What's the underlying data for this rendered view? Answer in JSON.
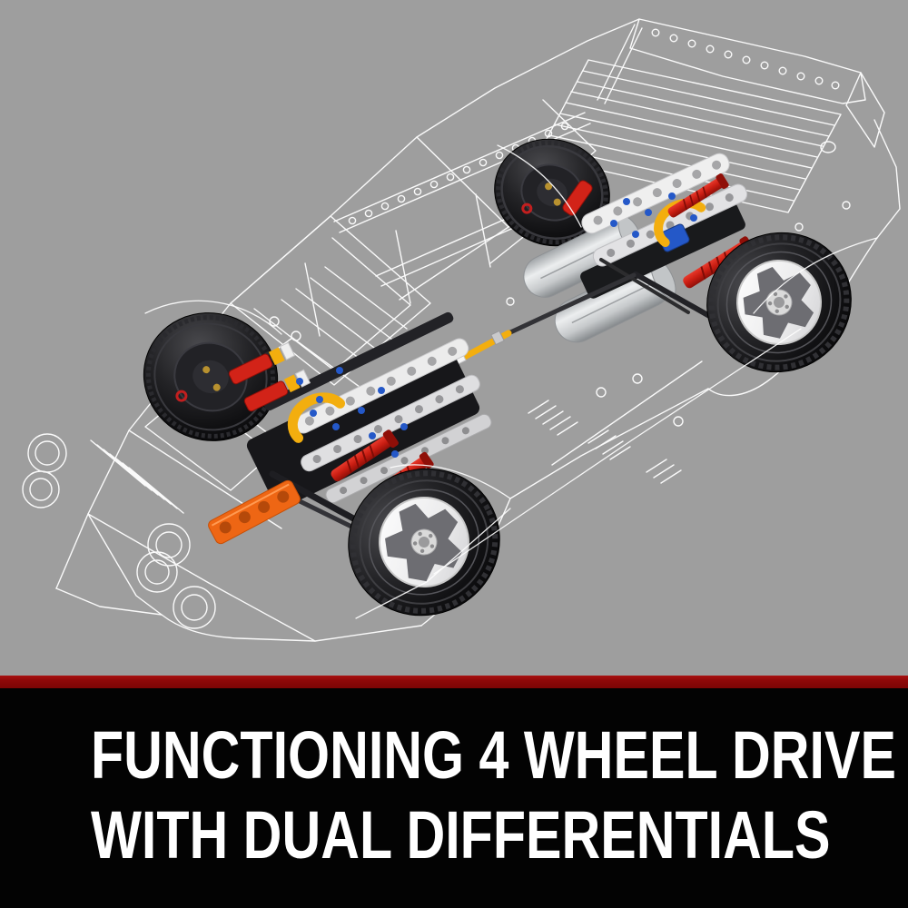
{
  "banner": {
    "line1": "FUNCTIONING 4 WHEEL DRIVE",
    "line2": "WITH DUAL DIFFERENTIALS"
  },
  "scene": {
    "style": "x-ray wireframe rally car with rendered 4WD drivetrain",
    "colors": {
      "background_gray": "#9e9e9e",
      "divider_red": "#8e0808",
      "banner_black": "#030303",
      "text_white": "#ffffff",
      "wireframe_white": "#ffffff",
      "beam_white": "#efefef",
      "pin_blue": "#2458c8",
      "shock_red": "#d22318",
      "gear_yellow": "#f3ae0e",
      "beam_orange": "#ee6614",
      "motor_silver": "#d9dbdc",
      "tire_black": "#141416",
      "rim_white": "#f4f4f4",
      "hub_gold": "#b8912f"
    }
  }
}
